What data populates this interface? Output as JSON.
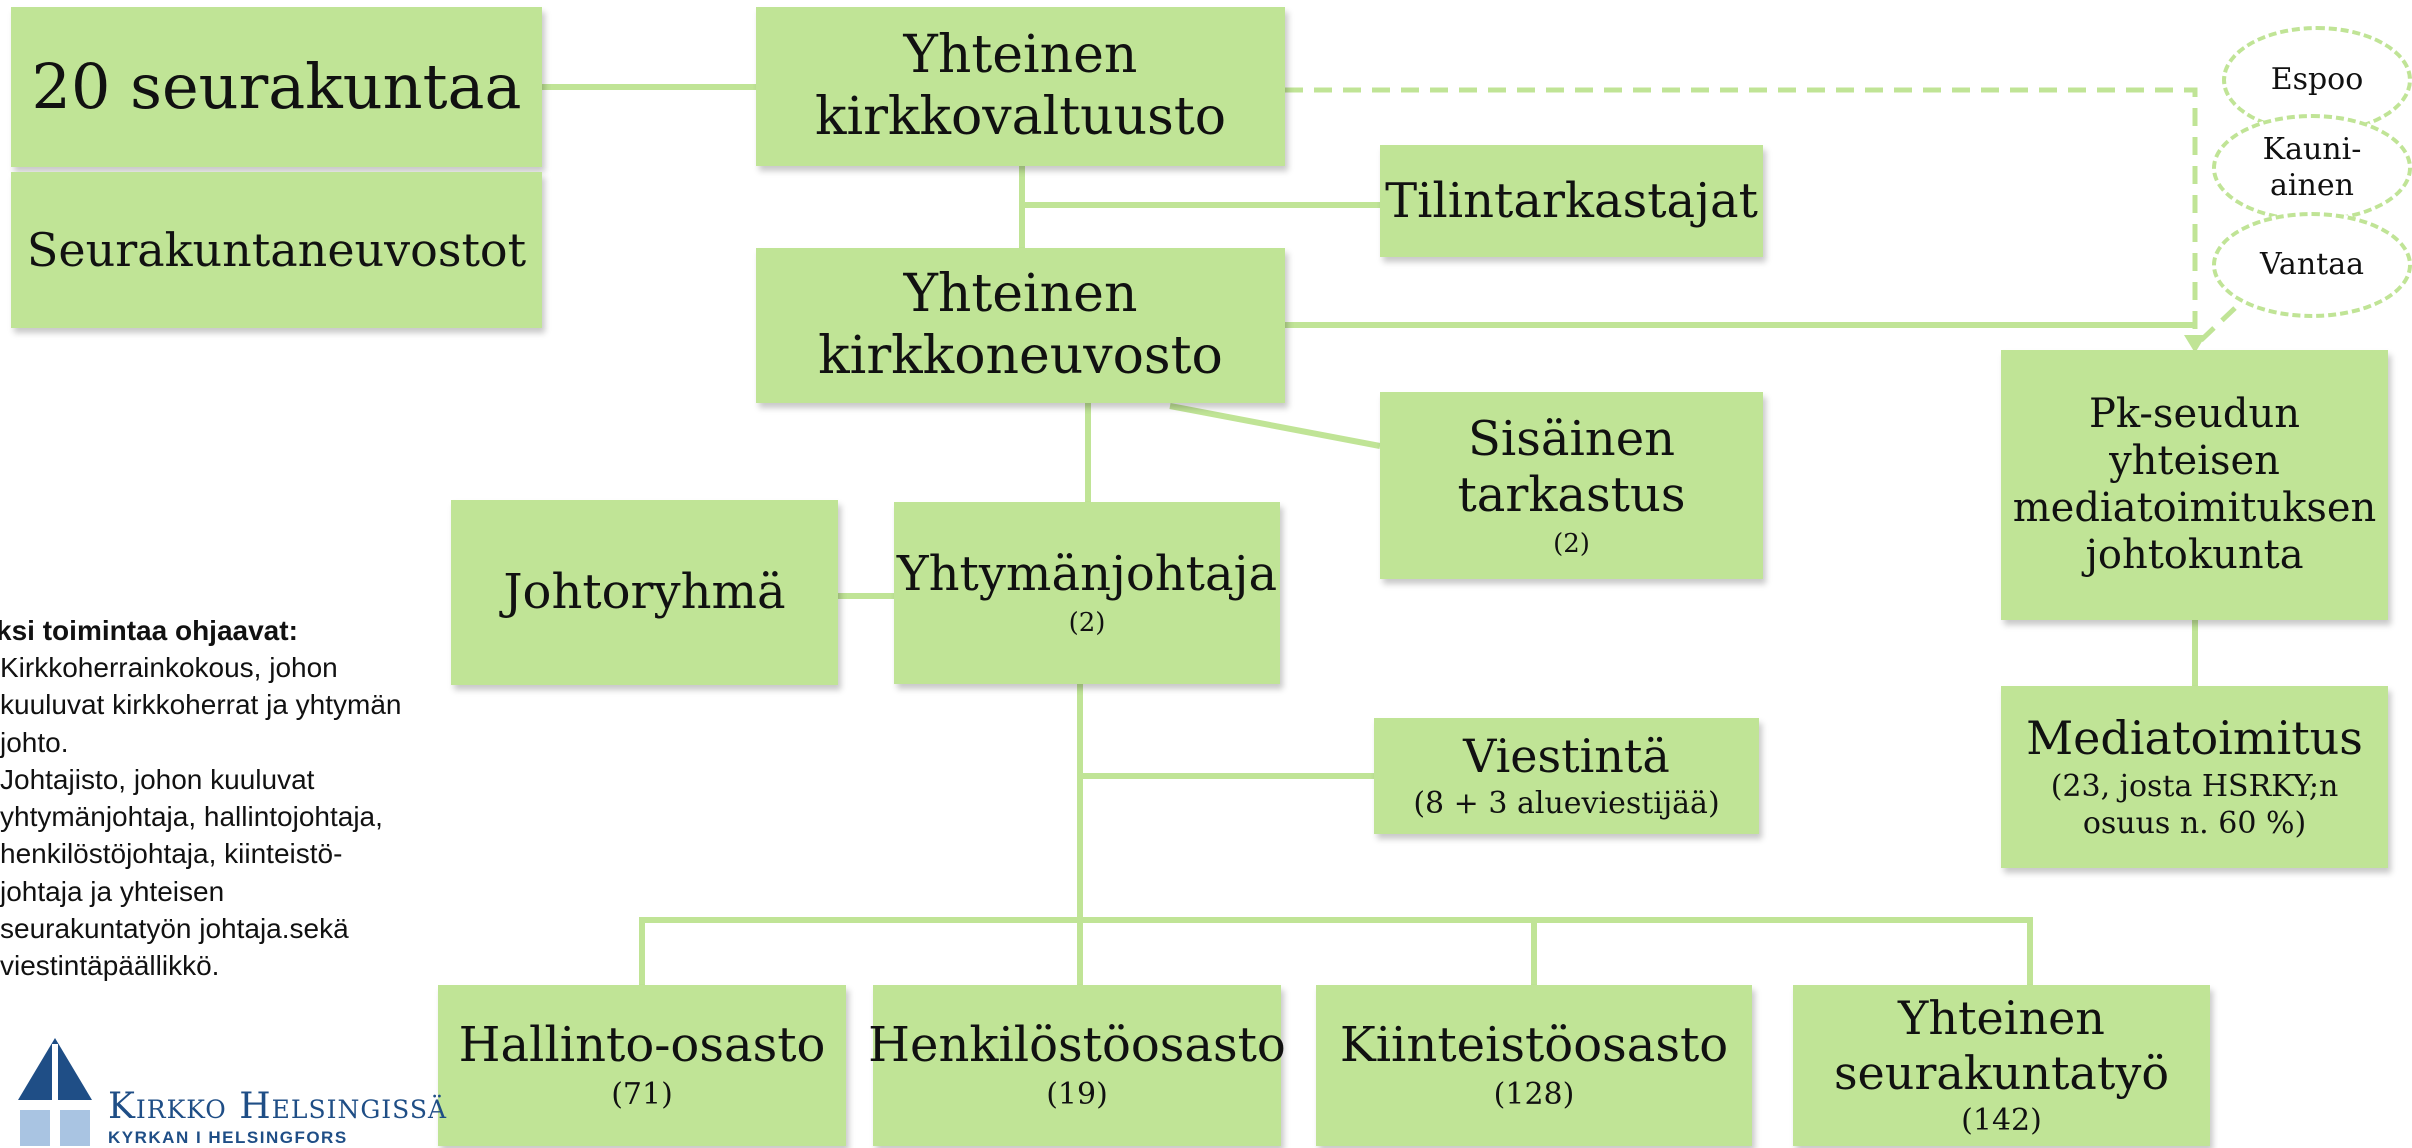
{
  "colors": {
    "box_fill": "#c0e496",
    "connector": "#c0e496",
    "logo_blue": "#1f4e86",
    "logo_light": "#a9c4e2"
  },
  "boxes": {
    "parishes": {
      "title": "20 seurakuntaa"
    },
    "parish_councils": {
      "title": "Seurakuntaneuvostot"
    },
    "joint_parish_council": {
      "title": "Yhteinen\nkirkkovaltuusto"
    },
    "auditors": {
      "title": "Tilintarkastajat"
    },
    "joint_church_council": {
      "title": "Yhteinen\nkirkkoneuvosto"
    },
    "internal_audit": {
      "title": "Sisäinen\ntarkastus",
      "sub": "(2)"
    },
    "management_group": {
      "title": "Johtoryhmä"
    },
    "union_director": {
      "title": "Yhtymänjohtaja",
      "sub": "(2)"
    },
    "communications": {
      "title": "Viestintä",
      "sub": "(8 + 3 alueviestijää)"
    },
    "media_board": {
      "title": "Pk-seudun\nyhteisen\nmediatoimituksen\njohtokunta"
    },
    "media_office": {
      "title": "Mediatoimitus",
      "sub": "(23, josta HSRKY;n\nosuus n. 60 %)"
    },
    "admin_dept": {
      "title": "Hallinto-osasto",
      "sub": "(71)"
    },
    "hr_dept": {
      "title": "Henkilöstöosasto",
      "sub": "(19)"
    },
    "property_dept": {
      "title": "Kiinteistöosasto",
      "sub": "(128)"
    },
    "joint_parish_work": {
      "title": "Yhteinen\nseurakuntatyö",
      "sub": "(142)"
    }
  },
  "bubbles": {
    "espoo": "Espoo",
    "kauniainen": "Kauni-\nainen",
    "vantaa": "Vantaa"
  },
  "note": {
    "title": "Lisäksi toimintaa ohjaavat:",
    "items": [
      "Kirkkoherrainkokous, johon kuuluvat kirkkoherrat ja yhtymän johto.",
      "Johtajisto, johon kuuluvat yhtymänjohtaja, hallintojohtaja, henkilöstöjohtaja, kiinteistö-johtaja ja yhteisen seurakuntatyön johtaja.sekä viestintäpäällikkö."
    ]
  },
  "logo": {
    "name": "Kirkko Helsingissä",
    "subname": "KYRKAN I HELSINGFORS"
  }
}
